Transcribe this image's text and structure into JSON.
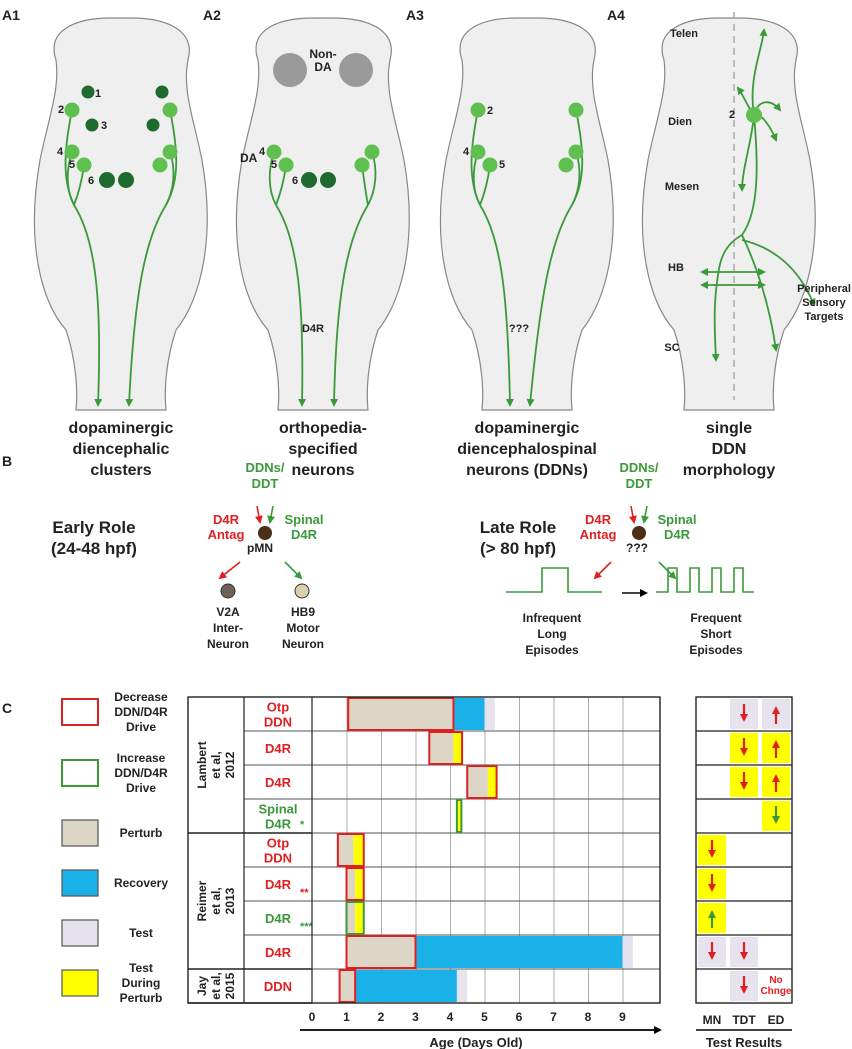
{
  "colors": {
    "green": "#3a9a3a",
    "light_green": "#5fbf4f",
    "dark_green": "#1f6a2e",
    "red": "#e02020",
    "perturb": "#ddd6c6",
    "recovery": "#1ab0e8",
    "test": "#e6e2ee",
    "yellow": "#ffff00",
    "silhouette": "#efefef",
    "silhouette_stroke": "#888888"
  },
  "panel_a": {
    "labels": [
      "A1",
      "A2",
      "A3",
      "A4"
    ],
    "a1": {
      "numbers": [
        "1",
        "2",
        "3",
        "4",
        "5",
        "6"
      ],
      "caption": [
        "dopaminergic",
        "diencephalic",
        "clusters"
      ]
    },
    "a2": {
      "non_da": [
        "Non-",
        "DA"
      ],
      "da": "DA",
      "numbers": [
        "4",
        "5",
        "6"
      ],
      "d4r": "D4R",
      "caption": [
        "orthopedia-",
        "specified",
        "neurons"
      ]
    },
    "a3": {
      "numbers": [
        "2",
        "4",
        "5"
      ],
      "unknown": "???",
      "caption": [
        "dopaminergic",
        "diencephalospinal",
        "neurons (DDNs)"
      ]
    },
    "a4": {
      "regions": [
        "Telen",
        "Dien",
        "Mesen",
        "HB",
        "SC"
      ],
      "number": "2",
      "peripheral": [
        "Peripheral",
        "Sensory",
        "Targets"
      ],
      "caption": [
        "single",
        "DDN",
        "morphology"
      ]
    }
  },
  "panel_b": {
    "label": "B",
    "early": {
      "title": [
        "Early Role",
        "(24-48 hpf)"
      ],
      "ddns": [
        "DDNs/",
        "DDT"
      ],
      "antag": [
        "D4R",
        "Antag"
      ],
      "spinal": [
        "Spinal",
        "D4R"
      ],
      "pmn": "pMN",
      "v2a": [
        "V2A",
        "Inter-",
        "Neuron"
      ],
      "hb9": [
        "HB9",
        "Motor",
        "Neuron"
      ]
    },
    "late": {
      "title": [
        "Late Role",
        "(> 80 hpf)"
      ],
      "ddns": [
        "DDNs/",
        "DDT"
      ],
      "antag": [
        "D4R",
        "Antag"
      ],
      "spinal": [
        "Spinal",
        "D4R"
      ],
      "unknown": "???",
      "infrequent": [
        "Infrequent",
        "Long",
        "Episodes"
      ],
      "frequent": [
        "Frequent",
        "Short",
        "Episodes"
      ]
    }
  },
  "panel_c": {
    "label": "C",
    "legend": [
      {
        "label": [
          "Decrease",
          "DDN/D4R",
          "Drive"
        ],
        "kind": "decrease"
      },
      {
        "label": [
          "Increase",
          "DDN/D4R",
          "Drive"
        ],
        "kind": "increase"
      },
      {
        "label": [
          "Perturb"
        ],
        "kind": "perturb"
      },
      {
        "label": [
          "Recovery"
        ],
        "kind": "recovery"
      },
      {
        "label": [
          "Test"
        ],
        "kind": "test"
      },
      {
        "label": [
          "Test",
          "During",
          "Perturb"
        ],
        "kind": "yellow"
      }
    ],
    "studies": [
      {
        "label": [
          "Lambert",
          "et al,",
          "2012"
        ],
        "rows": [
          0,
          3
        ]
      },
      {
        "label": [
          "Reimer",
          "et al,",
          "2013"
        ],
        "rows": [
          4,
          7
        ]
      },
      {
        "label": [
          "Jay",
          "et al,",
          "2015"
        ],
        "rows": [
          8,
          8
        ]
      }
    ],
    "rows": [
      {
        "label": [
          "Otp",
          "DDN"
        ],
        "color": "red",
        "mark": "",
        "bars": [
          {
            "type": "perturb",
            "start": 1.05,
            "end": 4.1,
            "border": "red"
          },
          {
            "type": "recovery",
            "start": 4.1,
            "end": 5.0,
            "border": ""
          },
          {
            "type": "test",
            "start": 5.0,
            "end": 5.3,
            "border": ""
          }
        ],
        "results": {
          "MN": {
            "bg": "",
            "arrow": ""
          },
          "TDT": {
            "bg": "test",
            "arrow": "down"
          },
          "ED": {
            "bg": "test",
            "arrow": "up"
          }
        }
      },
      {
        "label": [
          "D4R"
        ],
        "color": "red",
        "mark": "",
        "bars": [
          {
            "type": "perturb",
            "start": 3.4,
            "end": 4.1,
            "border": "red"
          },
          {
            "type": "yellow",
            "start": 4.1,
            "end": 4.35,
            "border": "red"
          }
        ],
        "results": {
          "MN": {
            "bg": "",
            "arrow": ""
          },
          "TDT": {
            "bg": "yellow",
            "arrow": "down"
          },
          "ED": {
            "bg": "yellow",
            "arrow": "up"
          }
        }
      },
      {
        "label": [
          "D4R"
        ],
        "color": "red",
        "mark": "",
        "bars": [
          {
            "type": "perturb",
            "start": 4.5,
            "end": 5.1,
            "border": "red"
          },
          {
            "type": "yellow",
            "start": 5.1,
            "end": 5.35,
            "border": "red"
          }
        ],
        "results": {
          "MN": {
            "bg": "",
            "arrow": ""
          },
          "TDT": {
            "bg": "yellow",
            "arrow": "down"
          },
          "ED": {
            "bg": "yellow",
            "arrow": "up"
          }
        }
      },
      {
        "label": [
          "Spinal",
          "D4R"
        ],
        "color": "green",
        "mark": "*",
        "bars": [
          {
            "type": "yellow",
            "start": 4.2,
            "end": 4.33,
            "border": "green"
          }
        ],
        "results": {
          "MN": {
            "bg": "",
            "arrow": ""
          },
          "TDT": {
            "bg": "",
            "arrow": ""
          },
          "ED": {
            "bg": "yellow",
            "arrow": "down_green"
          }
        }
      },
      {
        "label": [
          "Otp",
          "DDN"
        ],
        "color": "red",
        "mark": "",
        "bars": [
          {
            "type": "perturb",
            "start": 0.75,
            "end": 1.2,
            "border": "red"
          },
          {
            "type": "yellow",
            "start": 1.2,
            "end": 1.5,
            "border": "red"
          }
        ],
        "results": {
          "MN": {
            "bg": "yellow",
            "arrow": "down"
          },
          "TDT": {
            "bg": "",
            "arrow": ""
          },
          "ED": {
            "bg": "",
            "arrow": ""
          }
        }
      },
      {
        "label": [
          "D4R"
        ],
        "color": "red",
        "mark": "**",
        "bars": [
          {
            "type": "perturb",
            "start": 1.0,
            "end": 1.25,
            "border": "red"
          },
          {
            "type": "yellow",
            "start": 1.25,
            "end": 1.5,
            "border": "red"
          }
        ],
        "results": {
          "MN": {
            "bg": "yellow",
            "arrow": "down"
          },
          "TDT": {
            "bg": "",
            "arrow": ""
          },
          "ED": {
            "bg": "",
            "arrow": ""
          }
        }
      },
      {
        "label": [
          "D4R"
        ],
        "color": "green",
        "mark": "***",
        "bars": [
          {
            "type": "perturb",
            "start": 1.0,
            "end": 1.25,
            "border": "green"
          },
          {
            "type": "yellow",
            "start": 1.25,
            "end": 1.5,
            "border": "green"
          }
        ],
        "results": {
          "MN": {
            "bg": "yellow",
            "arrow": "up_green"
          },
          "TDT": {
            "bg": "",
            "arrow": ""
          },
          "ED": {
            "bg": "",
            "arrow": ""
          }
        }
      },
      {
        "label": [
          "D4R"
        ],
        "color": "red",
        "mark": "",
        "bars": [
          {
            "type": "perturb",
            "start": 1.0,
            "end": 3.0,
            "border": "red"
          },
          {
            "type": "recovery",
            "start": 3.0,
            "end": 9.0,
            "border": ""
          },
          {
            "type": "test",
            "start": 9.0,
            "end": 9.3,
            "border": ""
          }
        ],
        "results": {
          "MN": {
            "bg": "test",
            "arrow": "down"
          },
          "TDT": {
            "bg": "test",
            "arrow": "down"
          },
          "ED": {
            "bg": "",
            "arrow": ""
          }
        }
      },
      {
        "label": [
          "DDN"
        ],
        "color": "red",
        "mark": "",
        "bars": [
          {
            "type": "perturb",
            "start": 0.8,
            "end": 1.25,
            "border": "red"
          },
          {
            "type": "recovery",
            "start": 1.25,
            "end": 4.2,
            "border": ""
          },
          {
            "type": "test",
            "start": 4.2,
            "end": 4.5,
            "border": ""
          }
        ],
        "results": {
          "MN": {
            "bg": "",
            "arrow": ""
          },
          "TDT": {
            "bg": "test",
            "arrow": "down"
          },
          "ED": {
            "bg": "",
            "arrow": "",
            "text": [
              "No",
              "Chnge"
            ]
          }
        }
      }
    ],
    "axis": {
      "ticks": [
        "0",
        "1",
        "2",
        "3",
        "4",
        "5",
        "6",
        "7",
        "8",
        "9"
      ],
      "label": "Age (Days Old)",
      "min": 0,
      "max": 10
    },
    "results_header": [
      "MN",
      "TDT",
      "ED"
    ],
    "results_label": "Test Results"
  }
}
